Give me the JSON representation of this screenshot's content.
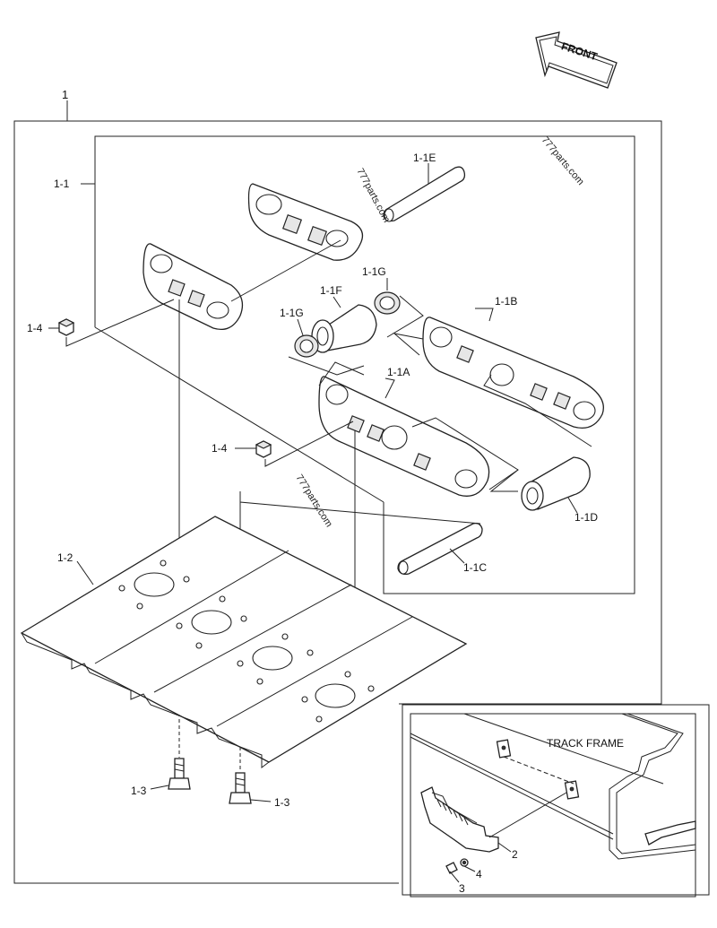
{
  "front_arrow": {
    "label": "FRONT"
  },
  "inset": {
    "title": "TRACK FRAME"
  },
  "callouts": {
    "c1": "1",
    "c1_1": "1-1",
    "c1_1e": "1-1E",
    "c1_1g_top": "1-1G",
    "c1_1f": "1-1F",
    "c1_1g_left": "1-1G",
    "c1_1b": "1-1B",
    "c1_1a": "1-1A",
    "c1_4_top": "1-4",
    "c1_4_mid": "1-4",
    "c1_1d": "1-1D",
    "c1_1c": "1-1C",
    "c1_2": "1-2",
    "c1_3_left": "1-3",
    "c1_3_right": "1-3",
    "inset_2": "2",
    "inset_3": "3",
    "inset_4": "4"
  },
  "watermarks": {
    "w1": "777parts.com",
    "w2": "777parts.com",
    "w3": "777parts.com"
  }
}
